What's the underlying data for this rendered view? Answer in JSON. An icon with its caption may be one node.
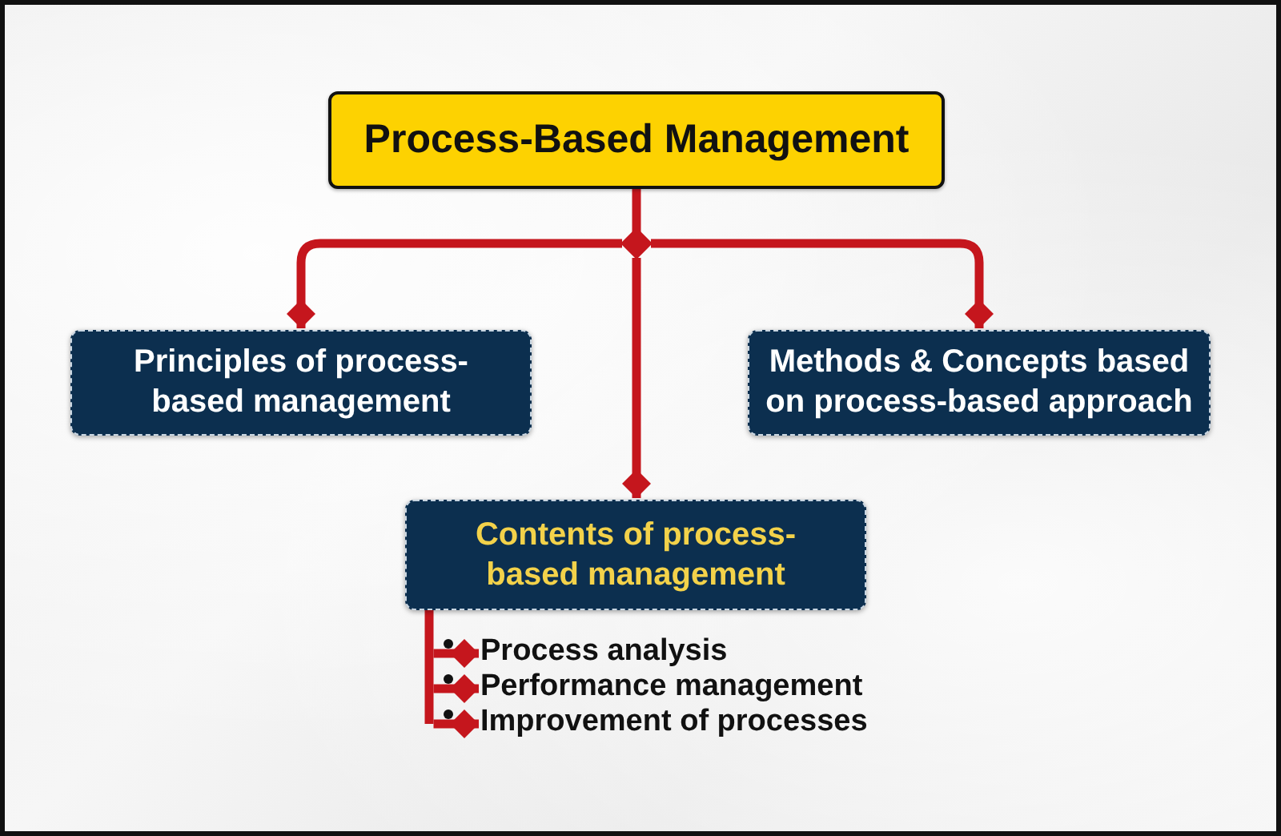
{
  "diagram": {
    "nodes": [
      {
        "text": [
          "Process-Based Management"
        ]
      },
      {
        "text": [
          "Principles of process-based management"
        ]
      },
      {
        "text": [
          "Methods & Concepts based on process-based approach"
        ]
      },
      {
        "text": [
          "Contents of process-based management"
        ]
      },
      {
        "text": [
          "Process analysis"
        ]
      },
      {
        "text": [
          "Performance management"
        ]
      },
      {
        "text": [
          "Improvement of processes"
        ]
      }
    ],
    "edges": [
      {
        "from": 0,
        "to": 1,
        "arrow": "other"
      },
      {
        "from": 0,
        "to": 2,
        "arrow": "other"
      },
      {
        "from": 0,
        "to": 3,
        "arrow": "other"
      },
      {
        "from": 3,
        "to": 4,
        "arrow": "other"
      },
      {
        "from": 3,
        "to": 5,
        "arrow": "other"
      },
      {
        "from": 3,
        "to": 6,
        "arrow": "other"
      }
    ]
  }
}
